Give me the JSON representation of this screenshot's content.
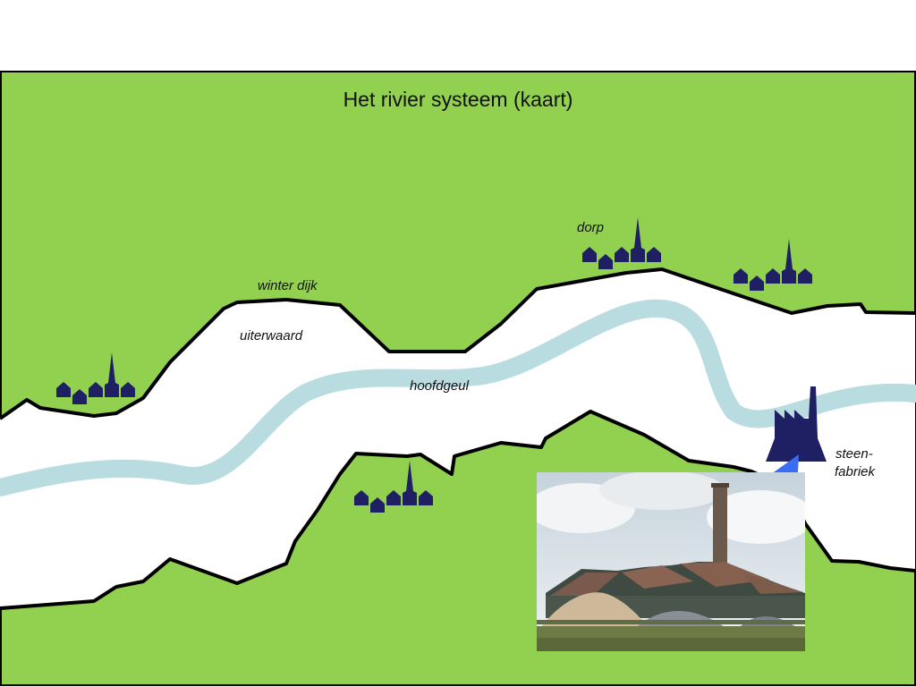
{
  "slide": {
    "title": "Het rivier systeem (kaart)",
    "colors": {
      "land": "#92d050",
      "floodplain": "#ffffff",
      "main_channel": "#b9dce0",
      "dike_outline": "#000000",
      "buildings": "#1f1f63",
      "arrow": "#3a6cf4"
    }
  },
  "labels": {
    "dorp": "dorp",
    "winter_dijk": "winter dijk",
    "uiterwaard": "uiterwaard",
    "hoofdgeul": "hoofdgeul",
    "steenfabriek_line1": "steen-",
    "steenfabriek_line2": "fabriek"
  },
  "icons": {
    "village": "village-icon",
    "factory": "brick-factory-icon",
    "arrow": "arrow-up-right-icon"
  }
}
